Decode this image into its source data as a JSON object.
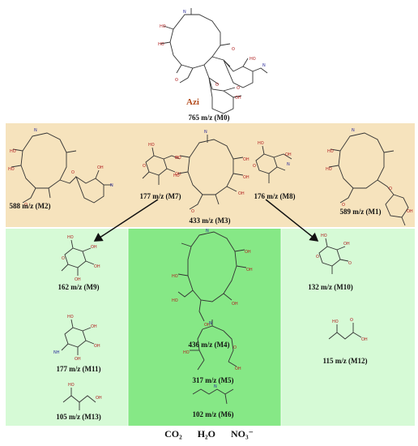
{
  "title_label": "Azi",
  "bands": {
    "stage1_color": "#f6e3bd",
    "stage2_outer_color": "#d6fad6",
    "stage2_center_color": "#86e886"
  },
  "compounds": {
    "m0": "765 m/z (M0)",
    "m1": "589 m/z (M1)",
    "m2": "588 m/z (M2)",
    "m3": "433 m/z (M3)",
    "m4": "436 m/z (M4)",
    "m5": "317 m/z (M5)",
    "m6": "102 m/z (M6)",
    "m7": "177 m/z (M7)",
    "m8": "176 m/z (M8)",
    "m9": "162 m/z (M9)",
    "m10": "132 m/z (M10)",
    "m11": "177 m/z (M11)",
    "m12": "115 m/z (M12)",
    "m13": "105 m/z (M13)"
  },
  "final_products": [
    "CO₂",
    "H₂O",
    "NO₃⁻"
  ]
}
